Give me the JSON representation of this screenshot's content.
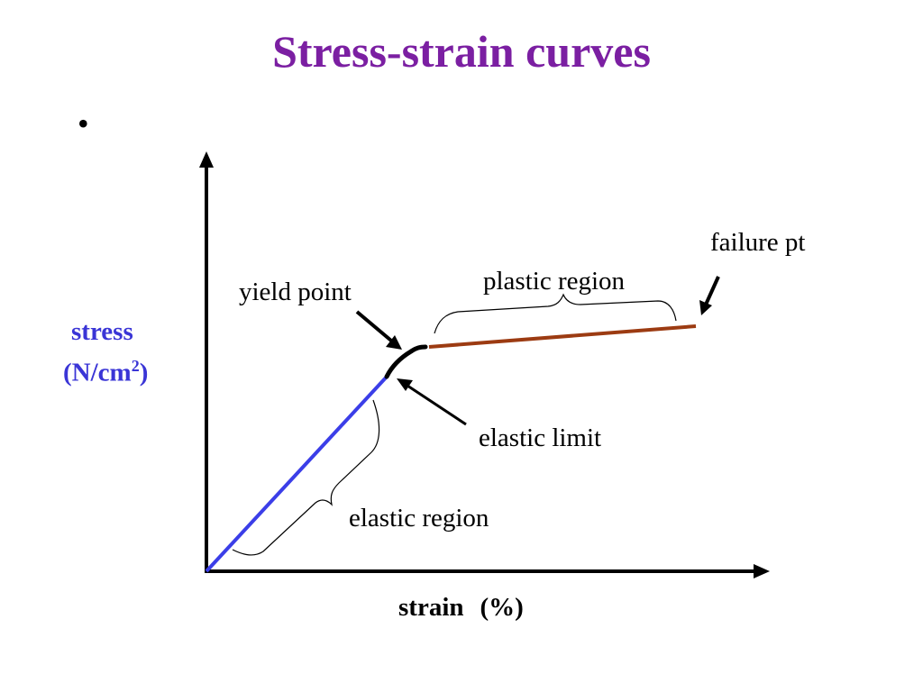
{
  "title": "Stress-strain curves",
  "bullet": "•",
  "axes": {
    "y_label_line1": "stress",
    "y_label_line2": "(N/cm",
    "y_label_sup": "2",
    "y_label_close": ")",
    "x_label": "strain",
    "x_unit": "(%)"
  },
  "annotations": {
    "failure_pt": "failure pt",
    "plastic_region": "plastic region",
    "yield_point": "yield point",
    "elastic_limit": "elastic limit",
    "elastic_region": "elastic region"
  },
  "colors": {
    "title": "#7b1fa2",
    "elastic_line": "#3b3ee8",
    "plastic_line": "#9c3b12",
    "axis_label": "#3a35d6"
  }
}
